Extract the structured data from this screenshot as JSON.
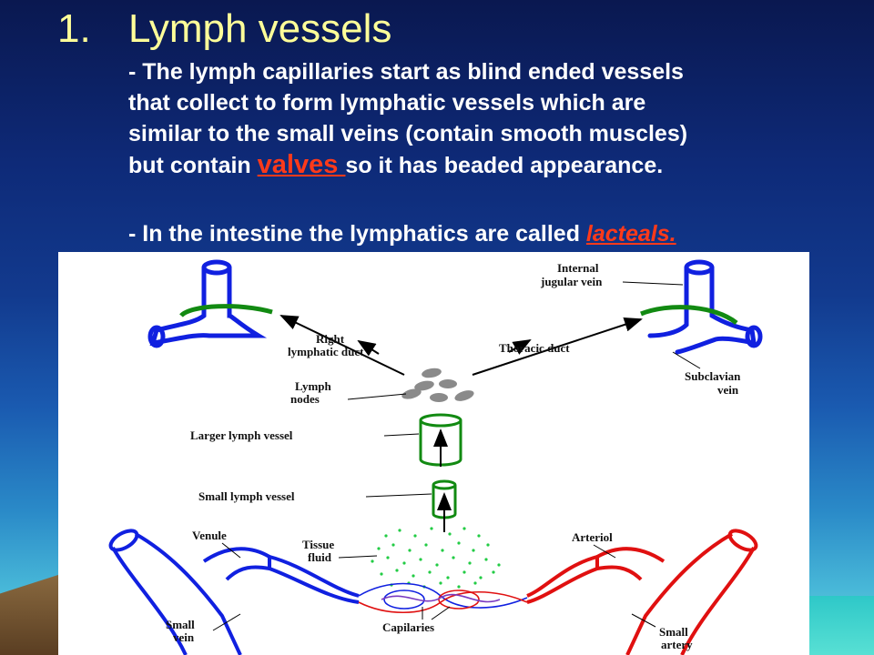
{
  "heading": {
    "number": "1.",
    "title": "Lymph vessels"
  },
  "paragraph1": {
    "line1": "- The lymph capillaries start as blind ended vessels",
    "line2": "that collect to form lymphatic vessels which are",
    "line3": "similar to the small veins (contain smooth muscles)",
    "line4_pre": "but contain ",
    "line4_highlight": "valves ",
    "line4_post": "so it has beaded appearance."
  },
  "paragraph2": {
    "text_pre": "- In the intestine the lymphatics are called ",
    "highlight": "lacteals",
    "text_post": "."
  },
  "colors": {
    "title": "#ffff99",
    "highlight": "#ff3a1a",
    "vein": "#1020e0",
    "artery": "#e01010",
    "lymph": "#128a12",
    "fluid": "#22cc44",
    "node": "#8a8a8a"
  },
  "diagram": {
    "labels": {
      "internal_jugular_1": "Internal",
      "internal_jugular_2": "jugular vein",
      "right_lymphatic_1": "Right",
      "right_lymphatic_2": "lymphatic duct",
      "thoracic_duct": "Thoracic duct",
      "subclavian_1": "Subclavian",
      "subclavian_2": "vein",
      "lymph_nodes_1": "Lymph",
      "lymph_nodes_2": "nodes",
      "larger_vessel": "Larger lymph vessel",
      "small_vessel": "Small lymph vessel",
      "venule": "Venule",
      "tissue_fluid_1": "Tissue",
      "tissue_fluid_2": "fluid",
      "arteriol": "Arteriol",
      "small_vein_1": "Small",
      "small_vein_2": "vein",
      "capilaries": "Capilaries",
      "small_artery_1": "Small",
      "small_artery_2": "artery"
    }
  }
}
